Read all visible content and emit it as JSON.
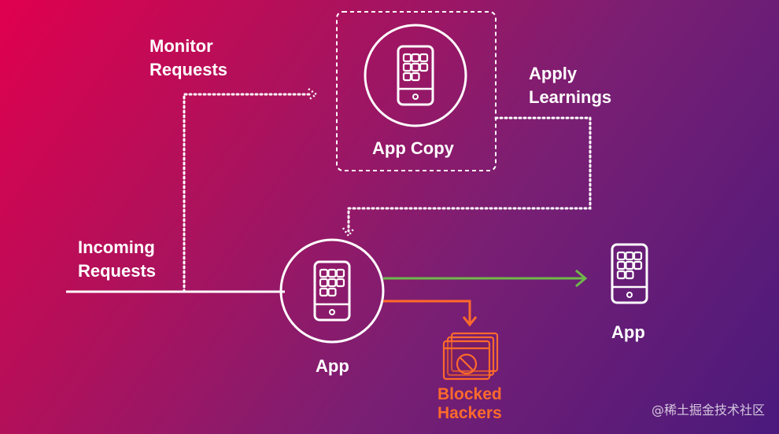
{
  "labels": {
    "monitor_requests": "Monitor\nRequests",
    "apply_learnings": "Apply\nLearnings",
    "app_copy": "App Copy",
    "incoming_requests": "Incoming\nRequests",
    "app_center": "App",
    "app_right": "App",
    "blocked_hackers": "Blocked\nHackers"
  },
  "watermark": "@稀土掘金技术社区",
  "colors": {
    "line": "#ffffff",
    "allowed_arrow": "#6fb84a",
    "blocked_arrow": "#ff6a2b"
  },
  "icons": [
    "phone-app-icon",
    "blocked-hacker-icon"
  ]
}
